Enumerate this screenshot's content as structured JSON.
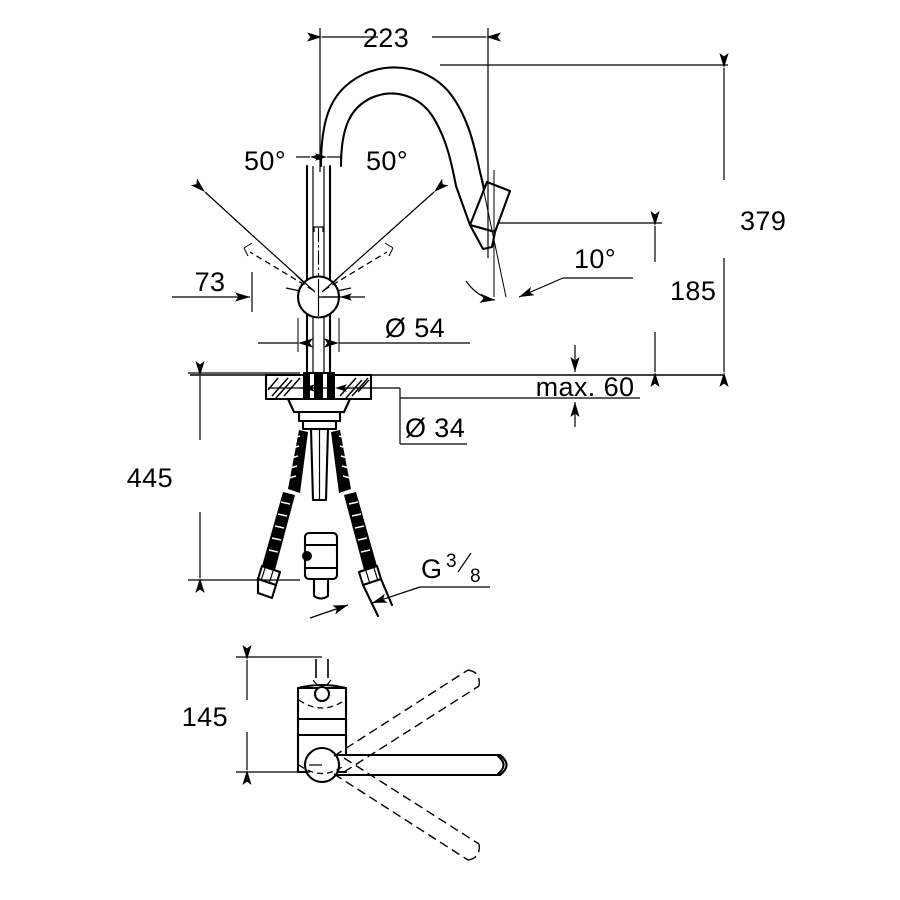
{
  "drawing": {
    "type": "technical-dimension-drawing",
    "subject": "single-lever kitchen sink mixer with pull-down spray spout",
    "units": "mm",
    "background_color": "#ffffff",
    "line_color": "#000000",
    "views": [
      {
        "id": "elevation",
        "label": "front elevation"
      },
      {
        "id": "plan",
        "label": "top / handle swivel view"
      }
    ],
    "dimensions": {
      "spout_reach": "223",
      "swivel_left": "50°",
      "swivel_right": "50°",
      "handle_offset": "73",
      "body_diameter": "Ø 54",
      "spray_tilt": "10°",
      "total_height": "379",
      "spout_height": "185",
      "max_deck_thickness": "max. 60",
      "shank_diameter": "Ø 34",
      "hose_length": "445",
      "thread_size_letter": "G",
      "thread_size_num": "3",
      "thread_size_den": "8",
      "handle_height": "145"
    }
  }
}
